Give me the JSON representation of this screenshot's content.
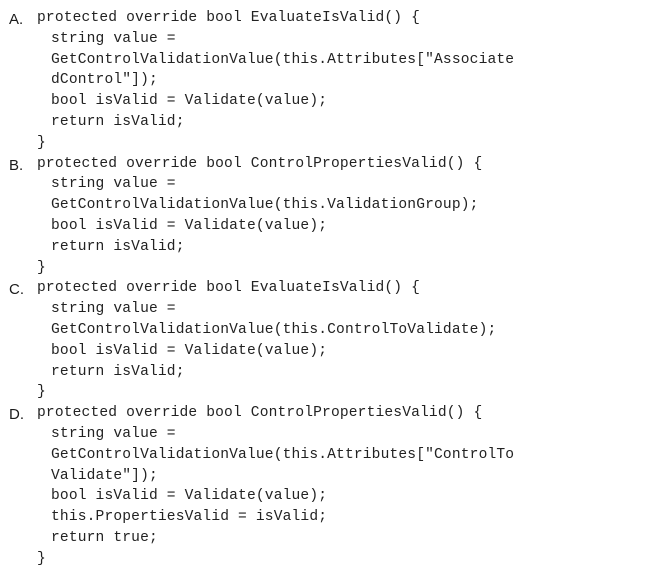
{
  "options": [
    {
      "letter": "A.",
      "lines": [
        {
          "indent": 0,
          "text": "protected override bool EvaluateIsValid() {"
        },
        {
          "indent": 1,
          "text": "string value ="
        },
        {
          "indent": 1,
          "text": "GetControlValidationValue(this.Attributes[\"Associate"
        },
        {
          "indent": 1,
          "text": "dControl\"]);"
        },
        {
          "indent": 1,
          "text": "bool isValid = Validate(value);"
        },
        {
          "indent": 1,
          "text": "return isValid;"
        },
        {
          "indent": 2,
          "text": "}"
        }
      ]
    },
    {
      "letter": "B.",
      "lines": [
        {
          "indent": 0,
          "text": "protected override bool ControlPropertiesValid() {"
        },
        {
          "indent": 1,
          "text": "string value ="
        },
        {
          "indent": 1,
          "text": "GetControlValidationValue(this.ValidationGroup);"
        },
        {
          "indent": 1,
          "text": "bool isValid = Validate(value);"
        },
        {
          "indent": 1,
          "text": "return isValid;"
        },
        {
          "indent": 2,
          "text": "}"
        }
      ]
    },
    {
      "letter": "C.",
      "lines": [
        {
          "indent": 0,
          "text": "protected override bool EvaluateIsValid() {"
        },
        {
          "indent": 1,
          "text": "string value ="
        },
        {
          "indent": 1,
          "text": "GetControlValidationValue(this.ControlToValidate);"
        },
        {
          "indent": 1,
          "text": "bool isValid = Validate(value);"
        },
        {
          "indent": 1,
          "text": "return isValid;"
        },
        {
          "indent": 2,
          "text": "}"
        }
      ]
    },
    {
      "letter": "D.",
      "lines": [
        {
          "indent": 0,
          "text": "protected override bool ControlPropertiesValid() {"
        },
        {
          "indent": 1,
          "text": "string value ="
        },
        {
          "indent": 1,
          "text": "GetControlValidationValue(this.Attributes[\"ControlTo"
        },
        {
          "indent": 1,
          "text": "Validate\"]);"
        },
        {
          "indent": 1,
          "text": "bool isValid = Validate(value);"
        },
        {
          "indent": 1,
          "text": "this.PropertiesValid = isValid;"
        },
        {
          "indent": 1,
          "text": "return true;"
        },
        {
          "indent": 2,
          "text": "}"
        }
      ]
    }
  ]
}
